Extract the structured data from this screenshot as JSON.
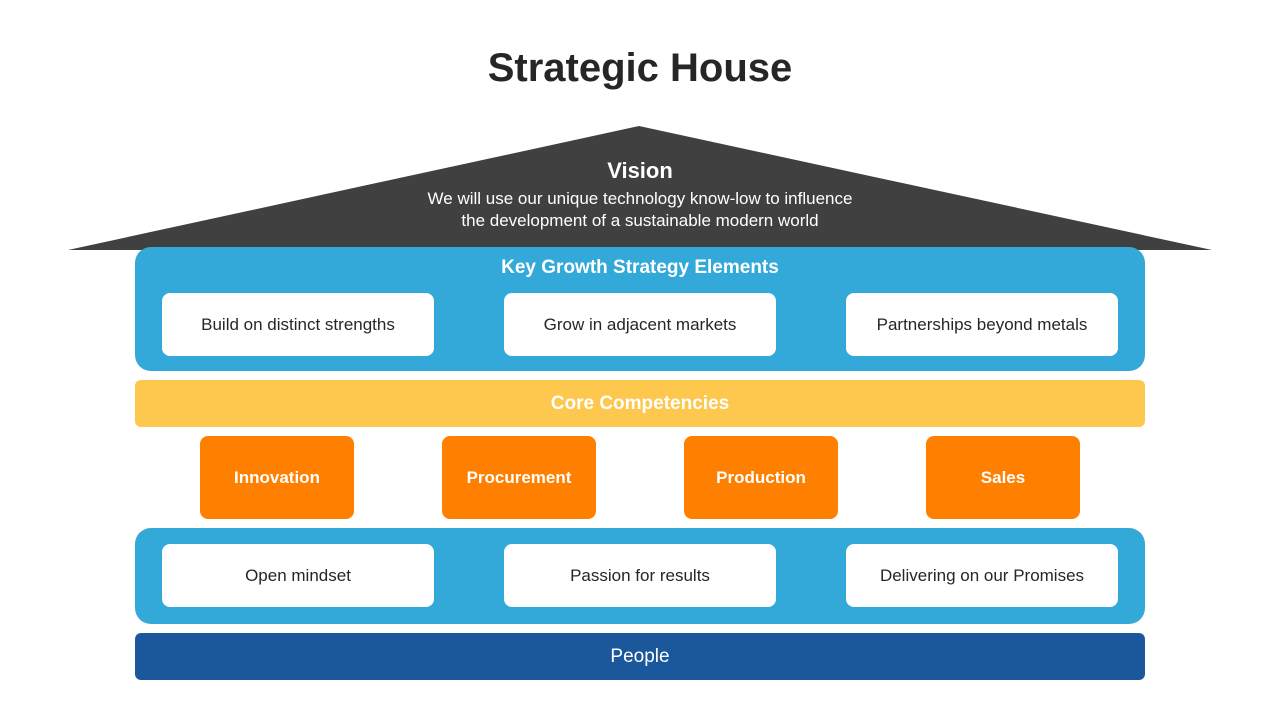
{
  "title": "Strategic House",
  "colors": {
    "roof": "#404040",
    "growth_band": "#33A9D9",
    "core_band": "#FEC74D",
    "competency": "#FF8000",
    "values_band": "#33A9D9",
    "people_band": "#1B579B"
  },
  "vision": {
    "title": "Vision",
    "line1": "We will use our unique technology know-low to influence",
    "line2": "the development of a sustainable modern world"
  },
  "growth": {
    "title": "Key Growth Strategy  Elements",
    "items": [
      "Build on distinct strengths",
      "Grow in adjacent markets",
      "Partnerships beyond metals"
    ]
  },
  "core": {
    "title": "Core Competencies",
    "items": [
      "Innovation",
      "Procurement",
      "Production",
      "Sales"
    ]
  },
  "values": {
    "items": [
      "Open mindset",
      "Passion for results",
      "Delivering on our Promises"
    ]
  },
  "foundation": {
    "label": "People"
  }
}
